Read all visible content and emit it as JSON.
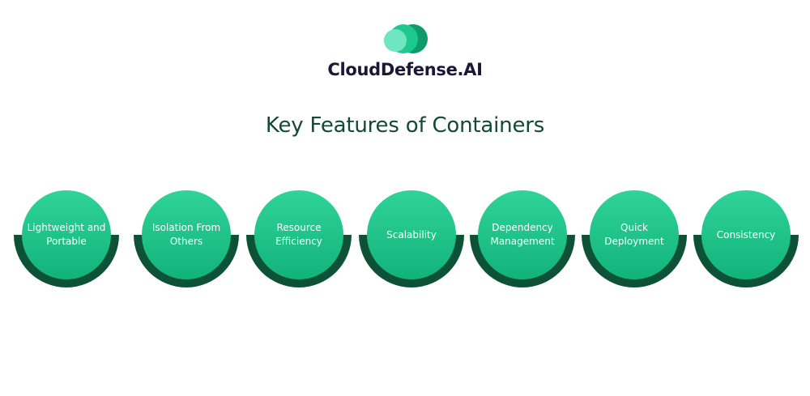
{
  "brand": {
    "name": "CloudDefense.AI",
    "logo_icon": "overlapping-green-circles-logo",
    "colors": {
      "dark": "#1c1736",
      "green_dark": "#0e9a6b",
      "green_mid": "#1dc98f",
      "green_light": "#6fe6bf"
    }
  },
  "title": "Key Features of Containers",
  "colors": {
    "title": "#124a33",
    "circle_top": "#2fd49a",
    "circle_bottom": "#12b27c",
    "base": "#0d5138"
  },
  "features": [
    {
      "label": "Lightweight and Portable"
    },
    {
      "label": "Isolation From Others"
    },
    {
      "label": "Resource Efficiency"
    },
    {
      "label": "Scalability"
    },
    {
      "label": "Dependency Management"
    },
    {
      "label": "Quick Deployment"
    },
    {
      "label": "Consistency"
    }
  ]
}
